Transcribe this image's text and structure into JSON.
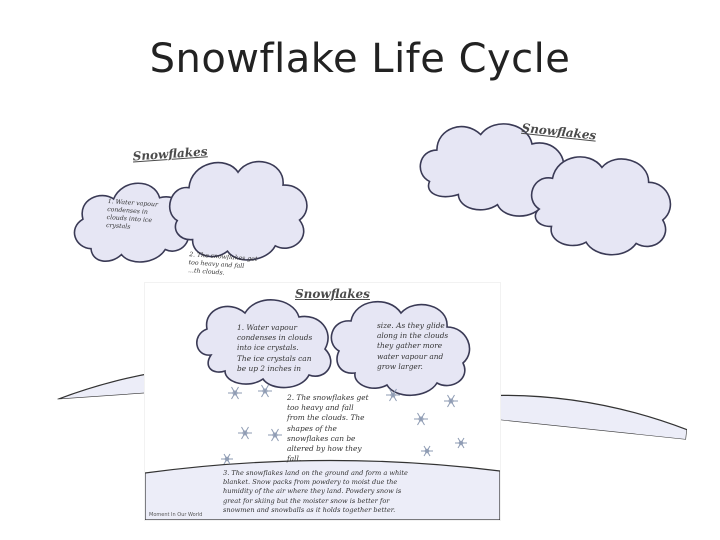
{
  "slide": {
    "title": "Snowflake Life Cycle"
  },
  "sheets": {
    "left": {
      "title": "Snowflakes",
      "step1": "1. Water vapour\ncondenses in\nclouds into ice\ncrystals",
      "step2": "2. The snowflakes get\ntoo heavy and fall\n...th clouds."
    },
    "right": {
      "title": "Snowflakes"
    },
    "center": {
      "title": "Snowflakes",
      "step1": "1. Water vapour\ncondenses in clouds\ninto ice crystals.\nThe ice crystals can\nbe up 2 inches in",
      "step1_cont": "size. As they glide\nalong in the clouds\nthey gather more\nwater vapour and\ngrow larger.",
      "step2": "2. The snowflakes get\ntoo heavy and fall\nfrom the clouds. The\nshapes of the\nsnowflakes can be\naltered by how they\nfall.",
      "step3": "3. The snowflakes land on the ground and form a white\nblanket. Snow packs from powdery to moist due the\nhumidity of the air where they land. Powdery snow is\ngreat for skiing but the moister snow is better for\nsnowmen and snowballs as it holds together better.",
      "credit": "Moment In Our World"
    }
  },
  "colors": {
    "cloud_fill": "#e6e6f4",
    "cloud_stroke": "#3a3a55",
    "ground_fill": "#ecedf8",
    "snowflake": "#8e9bb3"
  }
}
